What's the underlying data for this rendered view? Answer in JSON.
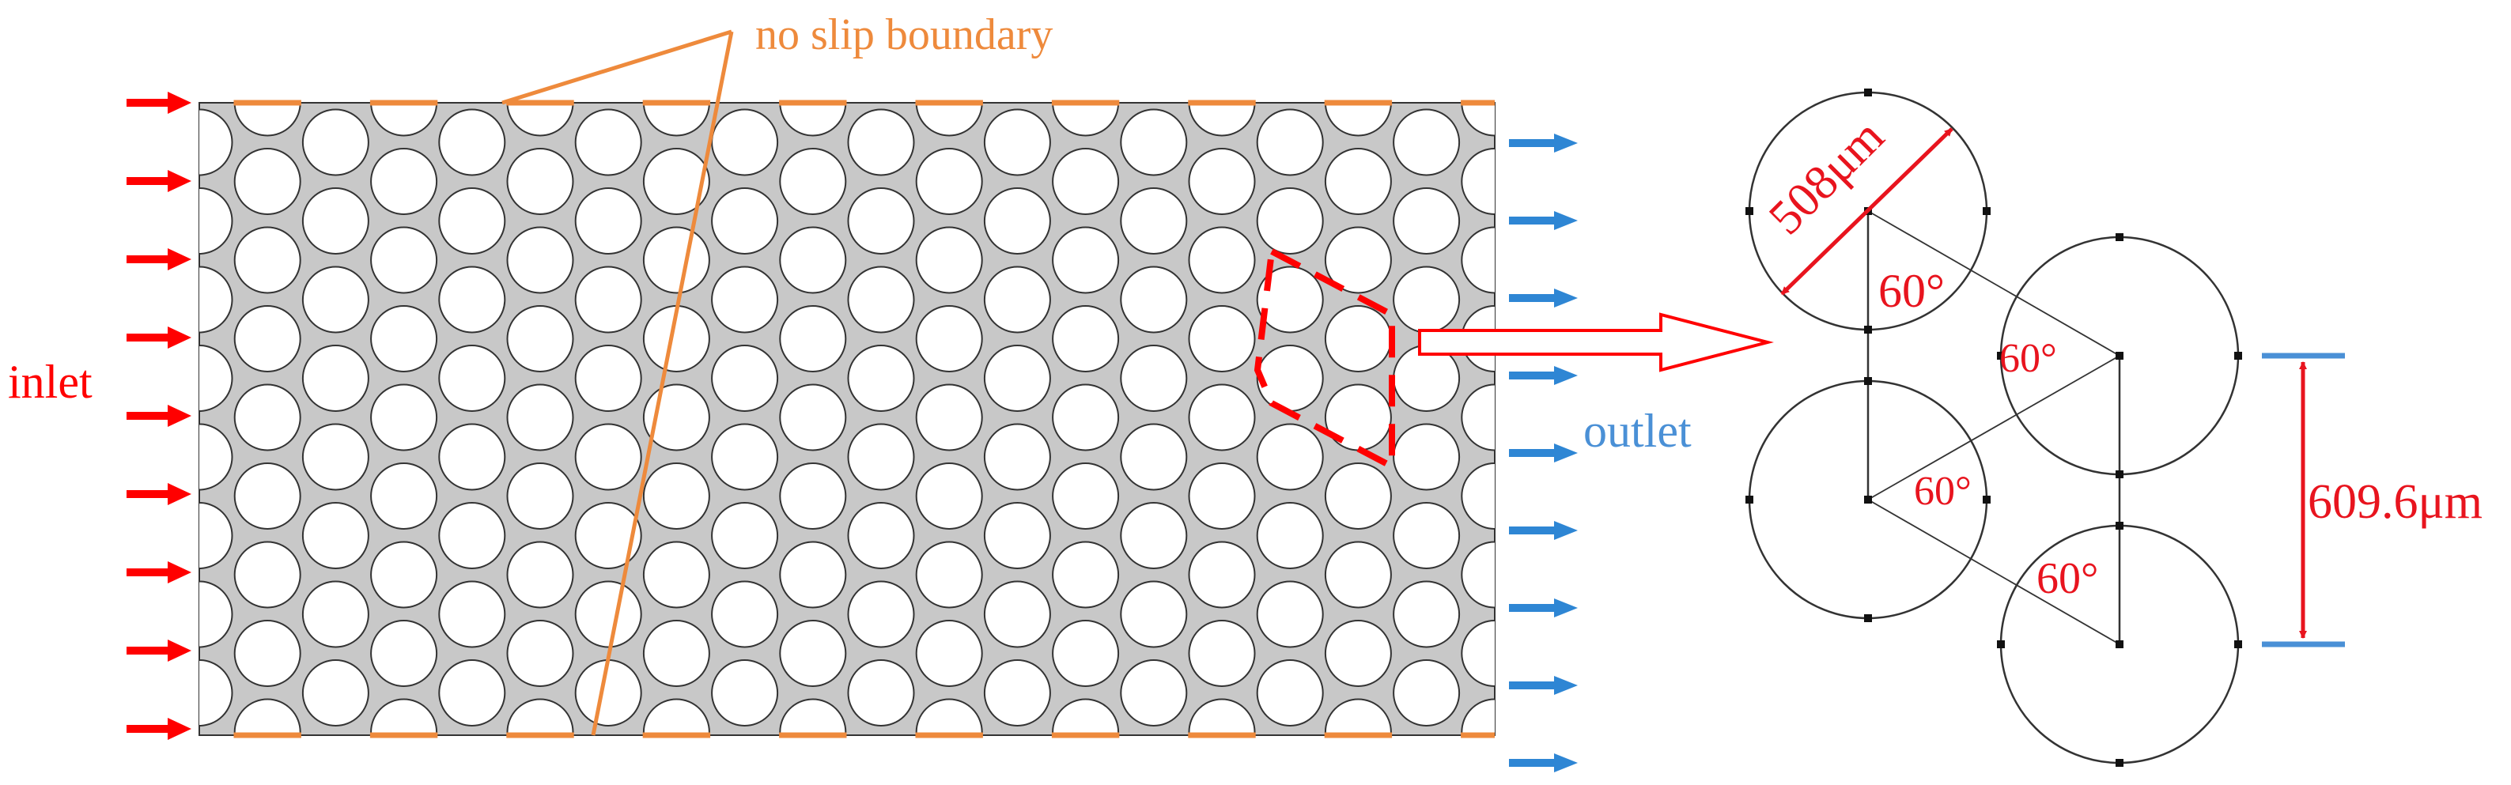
{
  "labels": {
    "inlet": "inlet",
    "outlet": "outlet",
    "no_slip": "no slip boundary",
    "diameter": "508μm",
    "pitch": "609.6μm",
    "angle_1": "60°",
    "angle_2": "60°",
    "angle_3": "60°",
    "angle_4": "60°"
  },
  "colors": {
    "inlet_arrow": "#ff0000",
    "outlet_arrow": "#2e86d4",
    "boundary": "#ee8a3c",
    "solid": "#c8c8c8",
    "highlight": "#ff0000",
    "dimension": "#e8141e",
    "dimension_bar": "#4a90d6",
    "line": "#333333"
  },
  "lattice": {
    "arrangement": "staggered",
    "columns": 20,
    "pore_shape": "circle"
  }
}
